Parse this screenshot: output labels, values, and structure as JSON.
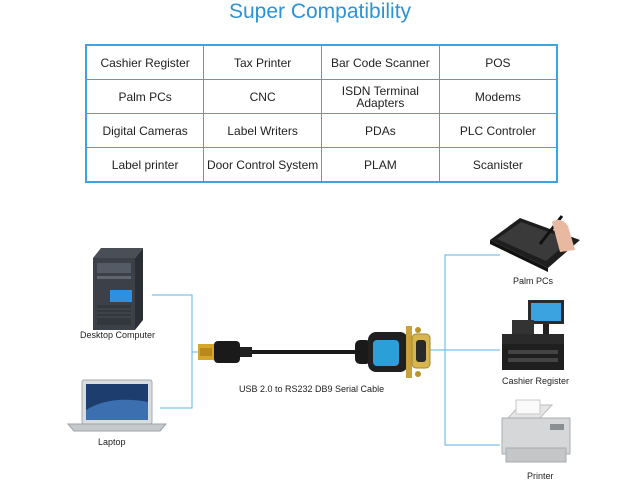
{
  "title": "Super Compatibility",
  "table": {
    "rows": [
      [
        "Cashier Register",
        "Tax Printer",
        "Bar Code Scanner",
        "POS"
      ],
      [
        "Palm PCs",
        "CNC",
        "ISDN Terminal Adapters",
        "Modems"
      ],
      [
        "Digital Cameras",
        "Label Writers",
        "PDAs",
        "PLC Controler"
      ],
      [
        "Label printer",
        "Door Control System",
        "PLAM",
        "Scanister"
      ]
    ]
  },
  "devices": {
    "desktop": "Desktop Computer",
    "laptop": "Laptop",
    "cable": "USB 2.0 to RS232 DB9 Serial Cable",
    "palm": "Palm PCs",
    "cashier": "Cashier Register",
    "printer": "Printer"
  },
  "colors": {
    "accent": "#2b93d6",
    "border": "#3aa4e6",
    "line": "#5bb3e6"
  }
}
